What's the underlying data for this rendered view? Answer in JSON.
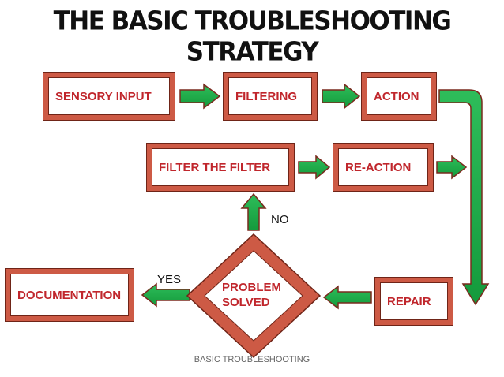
{
  "title": {
    "line1": "THE BASIC TROUBLESHOOTING",
    "line2": "STRATEGY"
  },
  "nodes": {
    "sensory_input": "SENSORY INPUT",
    "filtering": "FILTERING",
    "action": "ACTION",
    "filter_the_filter": "FILTER THE FILTER",
    "re_action": "RE-ACTION",
    "problem_solved_line1": "PROBLEM",
    "problem_solved_line2": "SOLVED",
    "repair": "REPAIR",
    "documentation": "DOCUMENTATION"
  },
  "labels": {
    "no": "NO",
    "yes": "YES"
  },
  "footer": "BASIC TROUBLESHOOTING",
  "colors": {
    "box_fill": "#cd5a45",
    "box_edge": "#6f2417",
    "node_text": "#c0262c",
    "arrow_fill": "#1fa64a",
    "arrow_edge": "#7a2a1e"
  }
}
